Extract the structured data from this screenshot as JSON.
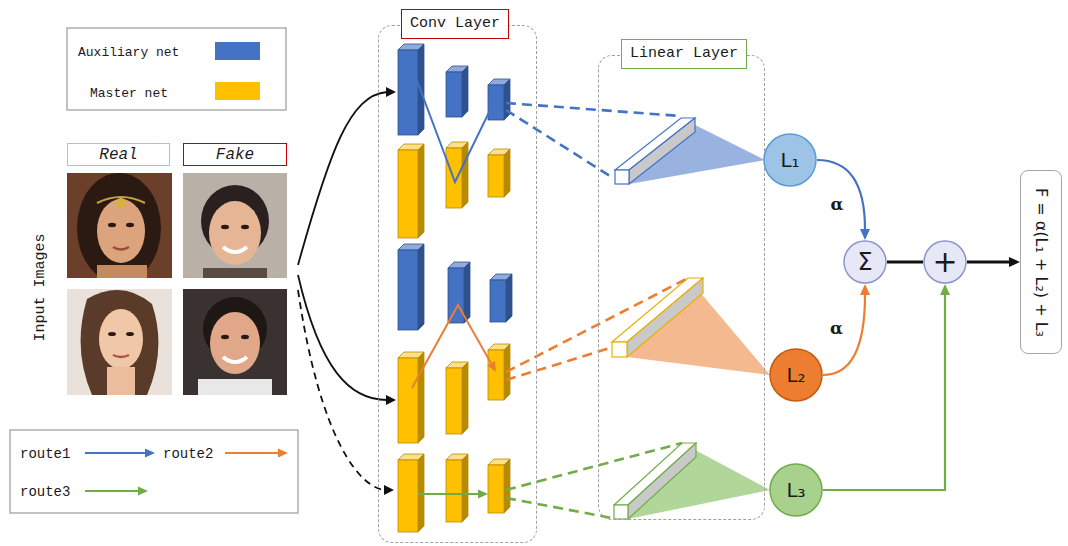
{
  "diagram": {
    "nodes": [
      {
        "text": [
          "Real"
        ]
      },
      {
        "text": [
          "Fake"
        ]
      },
      {
        "text": [
          "Conv Layer"
        ]
      },
      {
        "text": [
          "Linear Layer"
        ]
      },
      {
        "text": [
          "L₁"
        ]
      },
      {
        "text": [
          "L₂"
        ]
      },
      {
        "text": [
          "L₃"
        ]
      },
      {
        "text": [
          "Σ"
        ]
      },
      {
        "text": [
          "+"
        ]
      },
      {
        "text": [
          "F = α(L₁ + L₂) + L₃"
        ]
      }
    ],
    "edges": [
      {
        "from": 4,
        "to": 7,
        "arrow": "to",
        "label": "α"
      },
      {
        "from": 5,
        "to": 7,
        "arrow": "to",
        "label": "α"
      },
      {
        "from": 7,
        "to": 8,
        "arrow": "none"
      },
      {
        "from": 6,
        "to": 8,
        "arrow": "to"
      },
      {
        "from": 8,
        "to": 9,
        "arrow": "to"
      }
    ],
    "labels": [
      "Input Images"
    ],
    "legend": [
      {
        "text": "Auxiliary net",
        "color": "#4472c4"
      },
      {
        "text": "Master net",
        "color": "#ffc000"
      },
      {
        "text": "route1"
      },
      {
        "text": "route2"
      },
      {
        "text": "route3"
      }
    ]
  }
}
